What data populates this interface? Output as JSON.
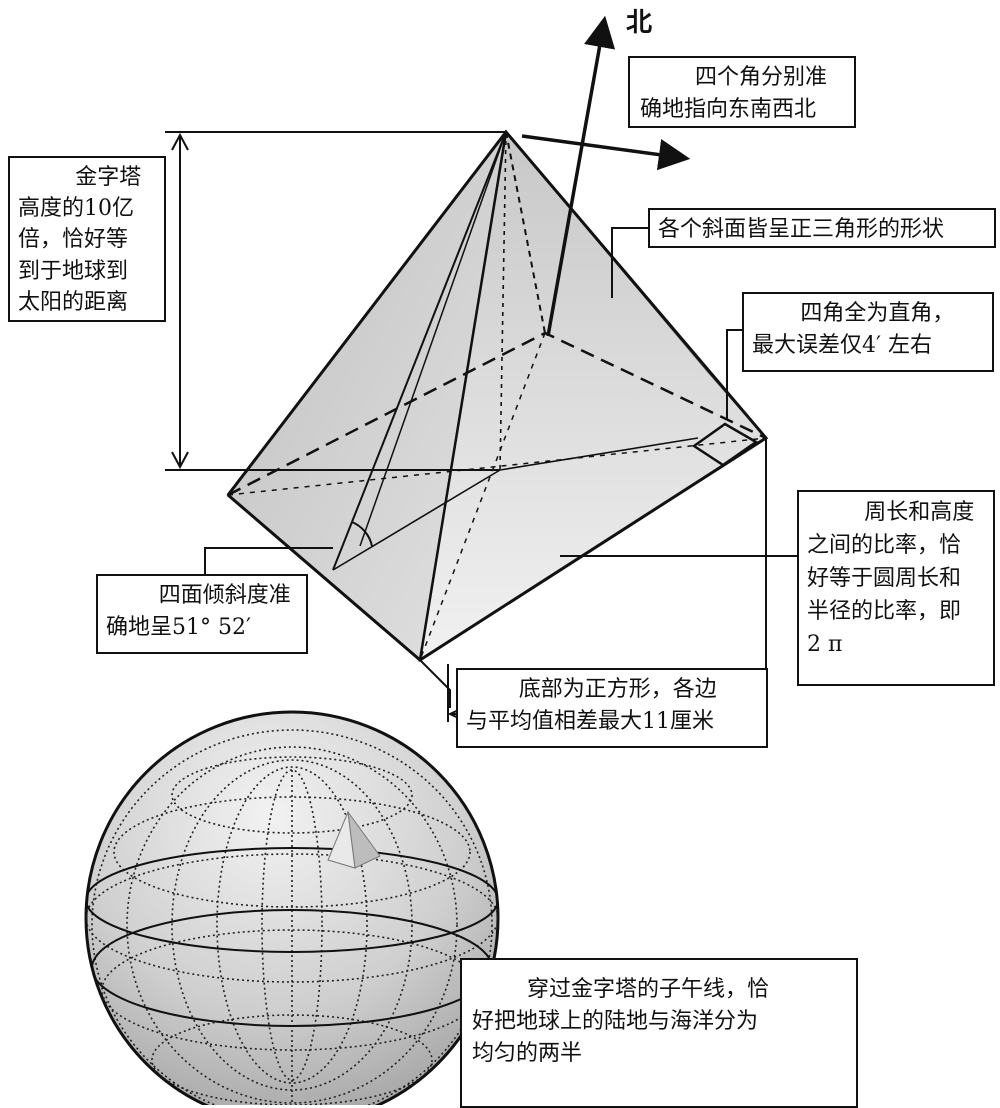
{
  "north_label": "北",
  "callouts": {
    "orientation": [
      "四个角分别准",
      "确地指向东南西北"
    ],
    "height": [
      "金字塔",
      "高度的10亿",
      "倍，恰好等",
      "到于地球到",
      "太阳的距离"
    ],
    "faces": [
      "各个斜面皆呈正三角形的形状"
    ],
    "corners": [
      "四角全为直角，",
      "最大误差仅4′ 左右"
    ],
    "ratio": [
      "周长和高度",
      "之间的比率，恰",
      "好等于圆周长和",
      "半径的比率，即",
      "2 π"
    ],
    "slope": [
      "四面倾斜度准",
      "确地呈51° 52′"
    ],
    "base": [
      "底部为正方形，各边",
      "与平均值相差最大11厘米"
    ],
    "meridian": [
      "穿过金字塔的子午线，恰",
      "好把地球上的陆地与海洋分为",
      "均匀的两半"
    ]
  }
}
